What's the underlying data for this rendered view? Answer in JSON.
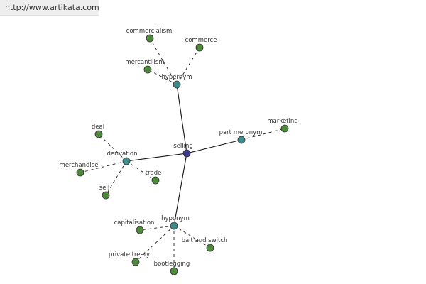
{
  "banner": {
    "url": "http://www.artikata.com"
  },
  "colors": {
    "center": "#3a3a8c",
    "relation": "#3f8a8a",
    "word": "#4f8a3c",
    "node_stroke": "#333333",
    "solid_edge": "#111111",
    "dashed_edge": "#222222"
  },
  "graph": {
    "center": "selling",
    "relations": [
      {
        "id": "hypernym",
        "label": "hypernym",
        "words": [
          "commercialism",
          "commerce",
          "mercantilism"
        ]
      },
      {
        "id": "part-meronym",
        "label": "part meronym",
        "words": [
          "marketing"
        ]
      },
      {
        "id": "derivation",
        "label": "derivation",
        "words": [
          "deal",
          "merchandise",
          "trade",
          "sell"
        ]
      },
      {
        "id": "hyponym",
        "label": "hyponym",
        "words": [
          "capitalisation",
          "bait and switch",
          "private treaty",
          "bootlegging"
        ]
      }
    ]
  }
}
